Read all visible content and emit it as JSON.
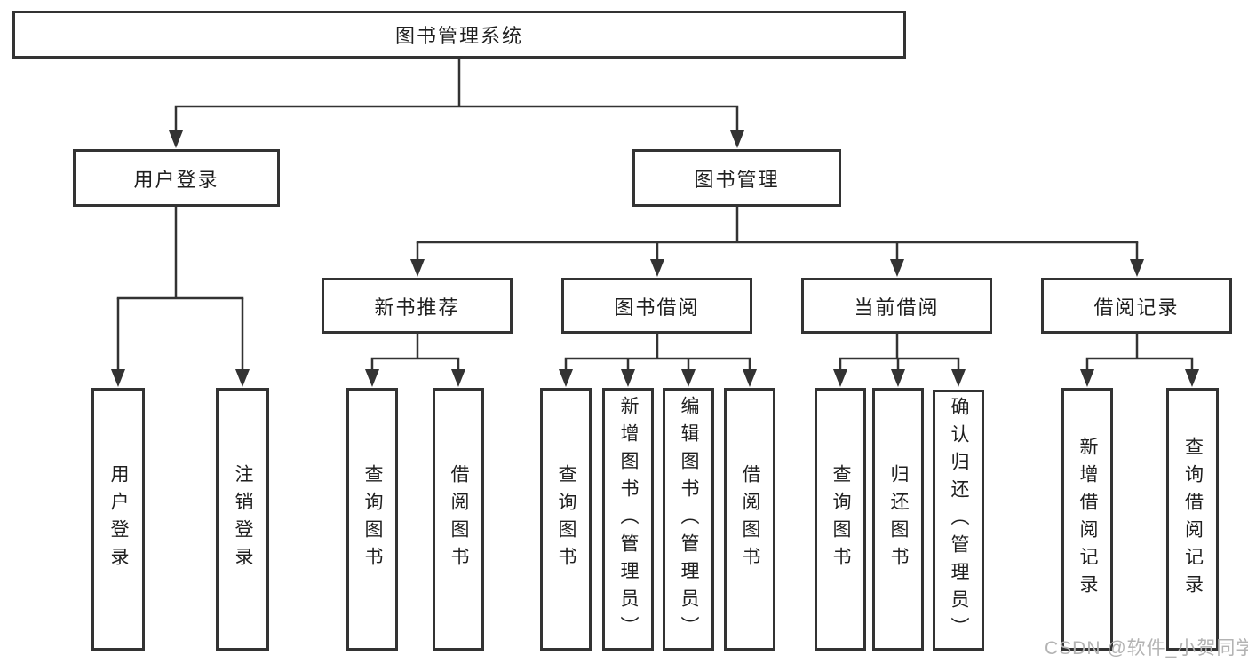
{
  "diagram": {
    "root": "图书管理系统",
    "branches": [
      {
        "label": "用户登录",
        "children": [
          "用户登录",
          "注销登录"
        ]
      },
      {
        "label": "图书管理",
        "groups": [
          {
            "label": "新书推荐",
            "children": [
              "查询图书",
              "借阅图书"
            ]
          },
          {
            "label": "图书借阅",
            "children": [
              "查询图书",
              "新增图书（管理员）",
              "编辑图书（管理员）",
              "借阅图书"
            ]
          },
          {
            "label": "当前借阅",
            "children": [
              "查询图书",
              "归还图书",
              "确认归还（管理员）"
            ]
          },
          {
            "label": "借阅记录",
            "children": [
              "新增借阅记录",
              "查询借阅记录"
            ]
          }
        ]
      }
    ]
  },
  "watermark": {
    "text": "CSDN @软件_小贺同学"
  },
  "colors": {
    "line": "#333333",
    "text": "#1f1f1f",
    "background": "#ffffff",
    "watermark": "#b3b3b3"
  }
}
